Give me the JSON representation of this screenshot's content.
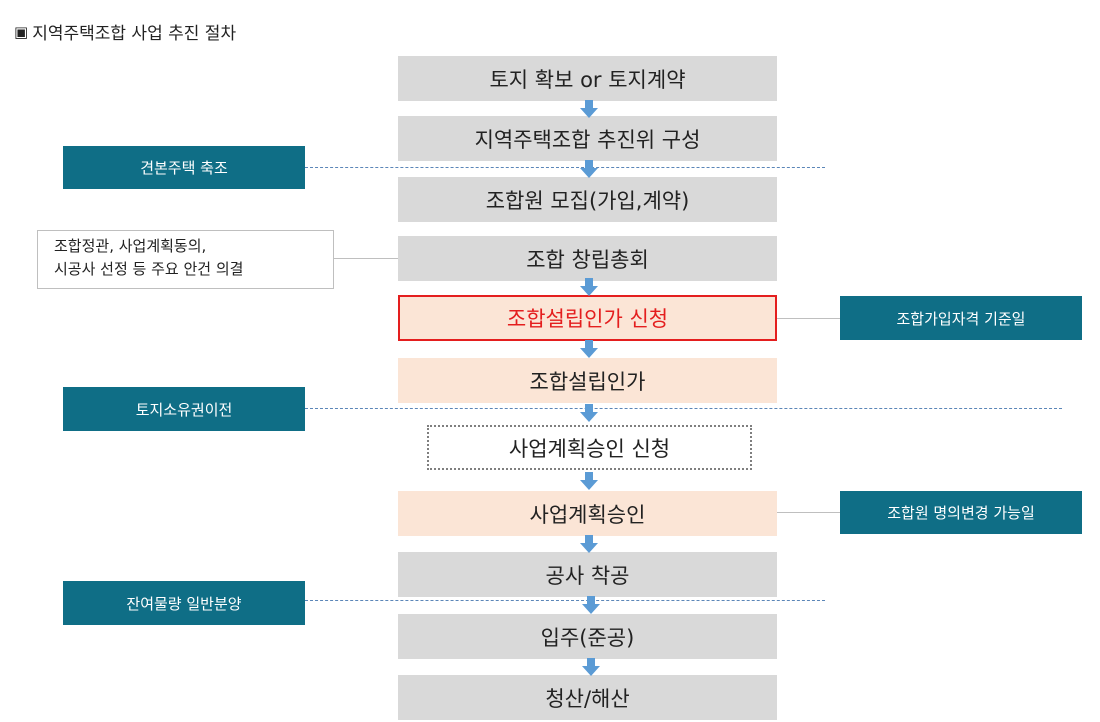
{
  "title": "지역주택조합 사업 추진 절차",
  "title_marker": "▣",
  "steps": [
    "토지 확보 or 토지계약",
    "지역주택조합 추진위 구성",
    "조합원 모집(가입,계약)",
    "조합 창립총회",
    "조합설립인가 신청",
    "조합설립인가",
    "사업계획승인 신청",
    "사업계획승인",
    "공사 착공",
    "입주(준공)",
    "청산/해산"
  ],
  "left_tags": [
    "견본주택 축조",
    "토지소유권이전",
    "잔여물량 일반분양"
  ],
  "note": {
    "line1": "조합정관, 사업계획동의,",
    "line2": "시공사 선정 등 주요 안건 의결"
  },
  "right_tags": [
    "조합가입자격 기준일",
    "조합원 명의변경 가능일"
  ],
  "colors": {
    "step_grey": "#d9d9d9",
    "step_peach": "#fbe5d6",
    "highlight_red": "#e41e1e",
    "tag_teal": "#0f6e86",
    "arrow_blue": "#5b9bd5"
  }
}
